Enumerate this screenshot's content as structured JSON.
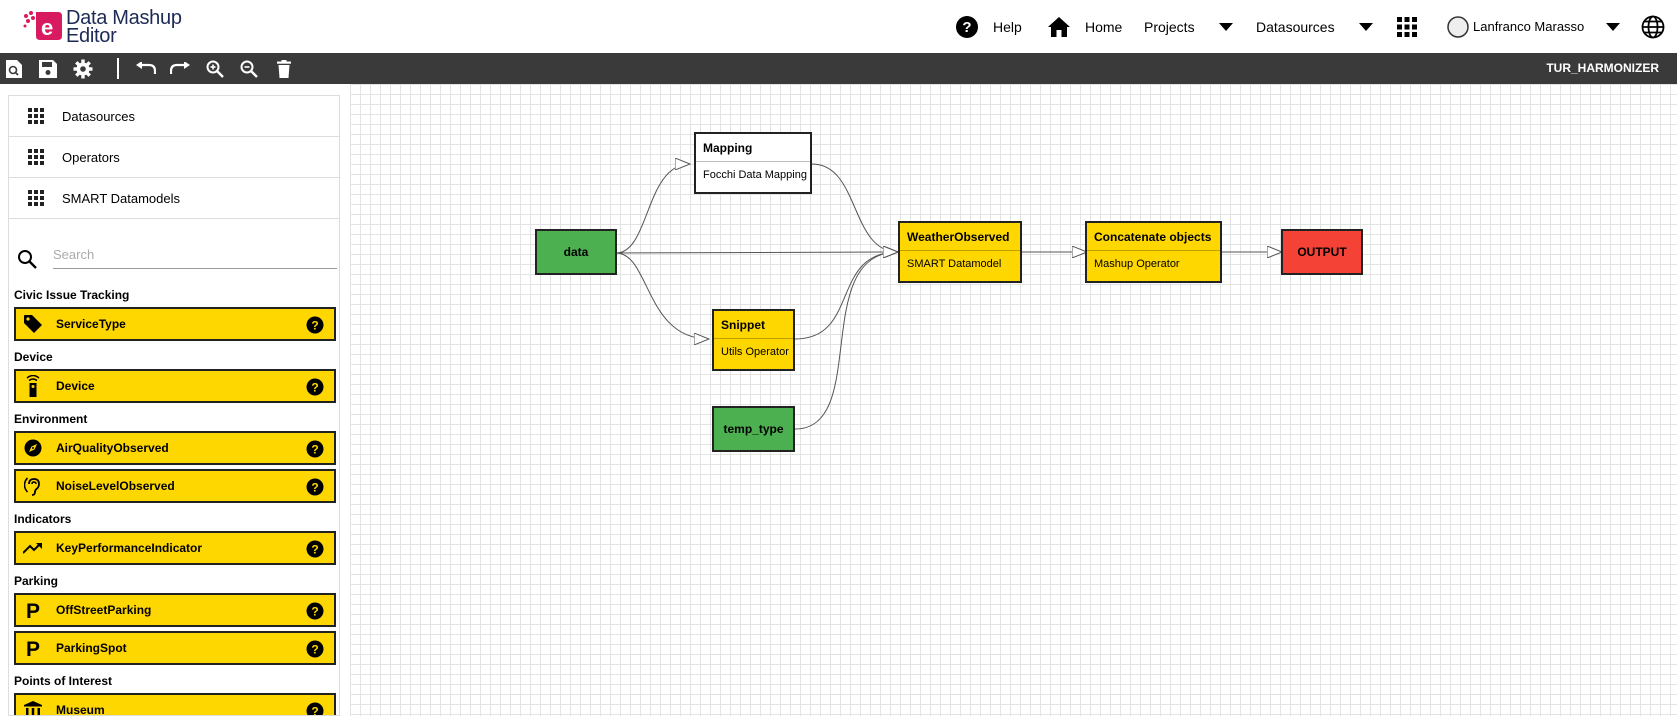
{
  "app": {
    "brand_line1": "Data Mashup",
    "brand_line2": "Editor",
    "colors": {
      "accent": "#d81b60",
      "brand_text": "#1d2a56",
      "toolbar": "#3a3a3a",
      "yellow": "#ffd700",
      "green": "#4caf50",
      "red": "#f44336"
    }
  },
  "topnav": {
    "help_label": "Help",
    "home_label": "Home",
    "projects_label": "Projects",
    "datasources_label": "Datasources",
    "user_name": "Lanfranco Marasso",
    "icons": [
      "help-icon",
      "home-icon",
      "chevron-down-icon",
      "apps-grid-icon",
      "avatar",
      "globe-icon"
    ]
  },
  "toolbar": {
    "project_name": "TUR_HARMONIZER",
    "buttons": [
      "preview-icon",
      "save-icon",
      "settings-icon",
      "undo-icon",
      "redo-icon",
      "zoom-in-icon",
      "zoom-out-icon",
      "delete-icon"
    ]
  },
  "sidebar": {
    "accordion": [
      {
        "label": "Datasources"
      },
      {
        "label": "Operators"
      },
      {
        "label": "SMART Datamodels"
      }
    ],
    "search_placeholder": "Search",
    "categories": [
      {
        "label": "Civic Issue Tracking",
        "items": [
          {
            "label": "ServiceType",
            "icon": "tag-icon"
          }
        ]
      },
      {
        "label": "Device",
        "items": [
          {
            "label": "Device",
            "icon": "remote-icon"
          }
        ]
      },
      {
        "label": "Environment",
        "items": [
          {
            "label": "AirQualityObserved",
            "icon": "compass-icon"
          },
          {
            "label": "NoiseLevelObserved",
            "icon": "hearing-icon"
          }
        ]
      },
      {
        "label": "Indicators",
        "items": [
          {
            "label": "KeyPerformanceIndicator",
            "icon": "trending-up-icon"
          }
        ]
      },
      {
        "label": "Parking",
        "items": [
          {
            "label": "OffStreetParking",
            "icon": "parking-icon"
          },
          {
            "label": "ParkingSpot",
            "icon": "parking-icon"
          }
        ]
      },
      {
        "label": "Points of Interest",
        "items": [
          {
            "label": "Museum",
            "icon": "museum-icon"
          }
        ]
      }
    ]
  },
  "canvas": {
    "nodes": {
      "data": {
        "title": "data"
      },
      "mapping": {
        "title": "Mapping",
        "subtitle": "Focchi Data Mapping"
      },
      "snippet": {
        "title": "Snippet",
        "subtitle": "Utils Operator"
      },
      "temp_type": {
        "title": "temp_type"
      },
      "weather": {
        "title": "WeatherObserved",
        "subtitle": "SMART Datamodel"
      },
      "concat": {
        "title": "Concatenate objects",
        "subtitle": "Mashup Operator"
      },
      "output": {
        "title": "OUTPUT"
      }
    }
  }
}
